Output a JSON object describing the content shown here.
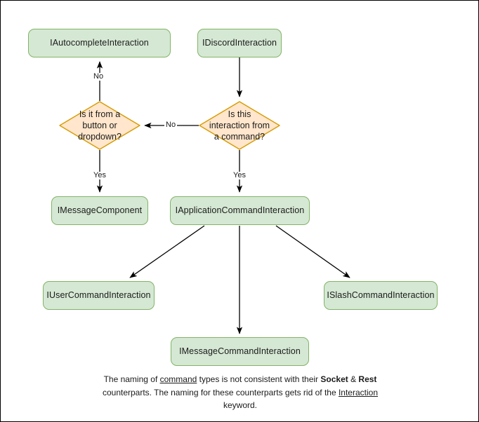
{
  "diagram": {
    "title": "Discord interaction type hierarchy flowchart",
    "colors": {
      "process_fill": "#d5e8d4",
      "process_stroke": "#82b366",
      "decision_fill": "#ffe6cc",
      "decision_stroke": "#d79b00",
      "edge_stroke": "#000000",
      "page_border": "#000000",
      "background": "#ffffff",
      "text": "#1a1a1a"
    },
    "nodes": {
      "autocomplete": "IAutocompleteInteraction",
      "discord": "IDiscordInteraction",
      "decision_button": "Is it from a button or dropdown?",
      "decision_command": "Is this interaction from a command?",
      "message_component": "IMessageComponent",
      "application_command": "IApplicationCommandInteraction",
      "user_command": "IUserCommandInteraction",
      "message_command": "IMessageCommandInteraction",
      "slash_command": "ISlashCommandInteraction"
    },
    "edge_labels": {
      "no_to_autocomplete": "No",
      "no_to_button_decision": "No",
      "yes_to_message_component": "Yes",
      "yes_to_application_command": "Yes"
    },
    "caption": {
      "line1_part1": "The naming of ",
      "line1_underline": "command",
      "line1_part2": " types is not consistent with their",
      "line2_bold1": "Socket",
      "line2_amp": " & ",
      "line2_bold2": "Rest",
      "line2_rest": " counterparts. The naming for these",
      "line3_part1": "counterparts gets rid of the ",
      "line3_underline": "Interaction",
      "line3_part2": " keyword."
    }
  }
}
